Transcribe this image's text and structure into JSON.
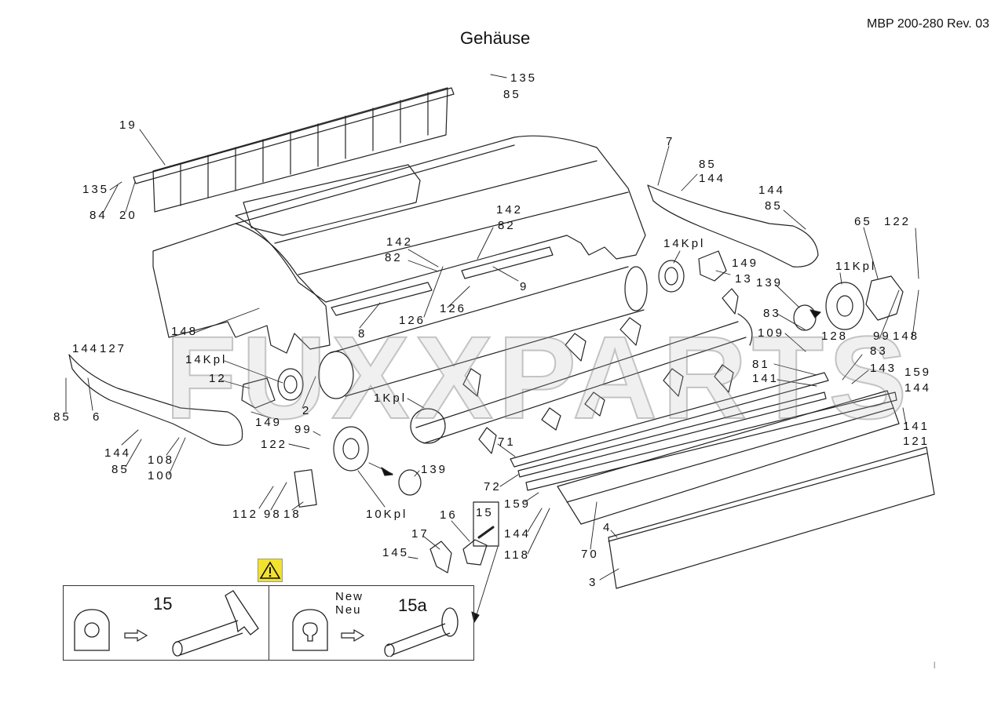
{
  "header": {
    "title": "Gehäuse",
    "revision": "MBP 200-280 Rev. 03"
  },
  "watermark": "FUXXPARTS",
  "colors": {
    "watermark_accent": "#f0c040",
    "warning_bg": "#f2e22e",
    "line": "#222222"
  },
  "labels": {
    "l135a": "135",
    "l85a": "85",
    "l19": "19",
    "l135b": "135",
    "l84": "84",
    "l20": "20",
    "l7": "7",
    "l85b": "85",
    "l144a": "144",
    "l144b": "144",
    "l85c": "85",
    "l142a": "142",
    "l82a": "82",
    "l142b": "142",
    "l82b": "82",
    "l65": "65",
    "l122a": "122",
    "l14kpl_a": "14Kpl",
    "l11kpl": "11Kpl",
    "l149a": "149",
    "l13": "13",
    "l139a": "139",
    "l9": "9",
    "l126a": "126",
    "l126b": "126",
    "l8": "8",
    "l148a": "148",
    "l83a": "83",
    "l109": "109",
    "l128": "128",
    "l99a": "99",
    "l148b": "148",
    "l83b": "83",
    "l143": "143",
    "l159a": "159",
    "l144c": "144",
    "l81": "81",
    "l141a": "141",
    "l141b": "141",
    "l121": "121",
    "l144d": "144",
    "l127": "127",
    "l14kpl_b": "14Kpl",
    "l12": "12",
    "l85d": "85",
    "l6": "6",
    "l2": "2",
    "l1kpl": "1Kpl",
    "l149b": "149",
    "l99b": "99",
    "l122b": "122",
    "l144e": "144",
    "l85e": "85",
    "l108": "108",
    "l100": "100",
    "l139b": "139",
    "l71": "71",
    "l72": "72",
    "l112": "112",
    "l98": "98",
    "l18": "18",
    "l10kpl": "10Kpl",
    "l159b": "159",
    "l144f": "144",
    "l118": "118",
    "l70": "70",
    "l16": "16",
    "l15": "15",
    "l17": "17",
    "l145": "145",
    "l4": "4",
    "l3": "3"
  },
  "info_box": {
    "left_part": "15",
    "new_en": "New",
    "new_de": "Neu",
    "right_part": "15a"
  },
  "icons": [
    "warning-icon",
    "arrow-right-icon"
  ]
}
